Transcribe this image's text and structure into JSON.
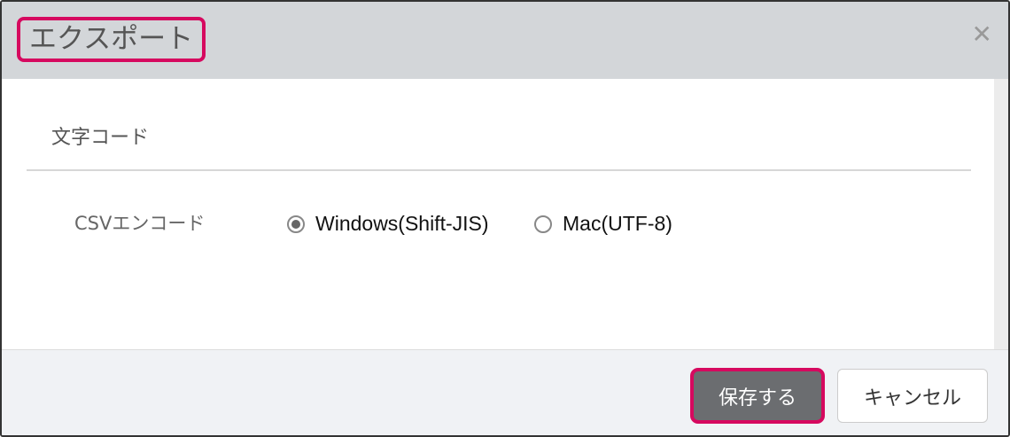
{
  "dialog": {
    "title": "エクスポート",
    "close_icon": "close-icon"
  },
  "section": {
    "title": "文字コード"
  },
  "encoding": {
    "label": "CSVエンコード",
    "options": [
      {
        "label": "Windows(Shift-JIS)",
        "selected": true
      },
      {
        "label": "Mac(UTF-8)",
        "selected": false
      }
    ]
  },
  "footer": {
    "save_label": "保存する",
    "cancel_label": "キャンセル"
  },
  "colors": {
    "highlight": "#d6095f",
    "primary_button": "#6b6d70",
    "header_bg": "#d3d6d9"
  }
}
